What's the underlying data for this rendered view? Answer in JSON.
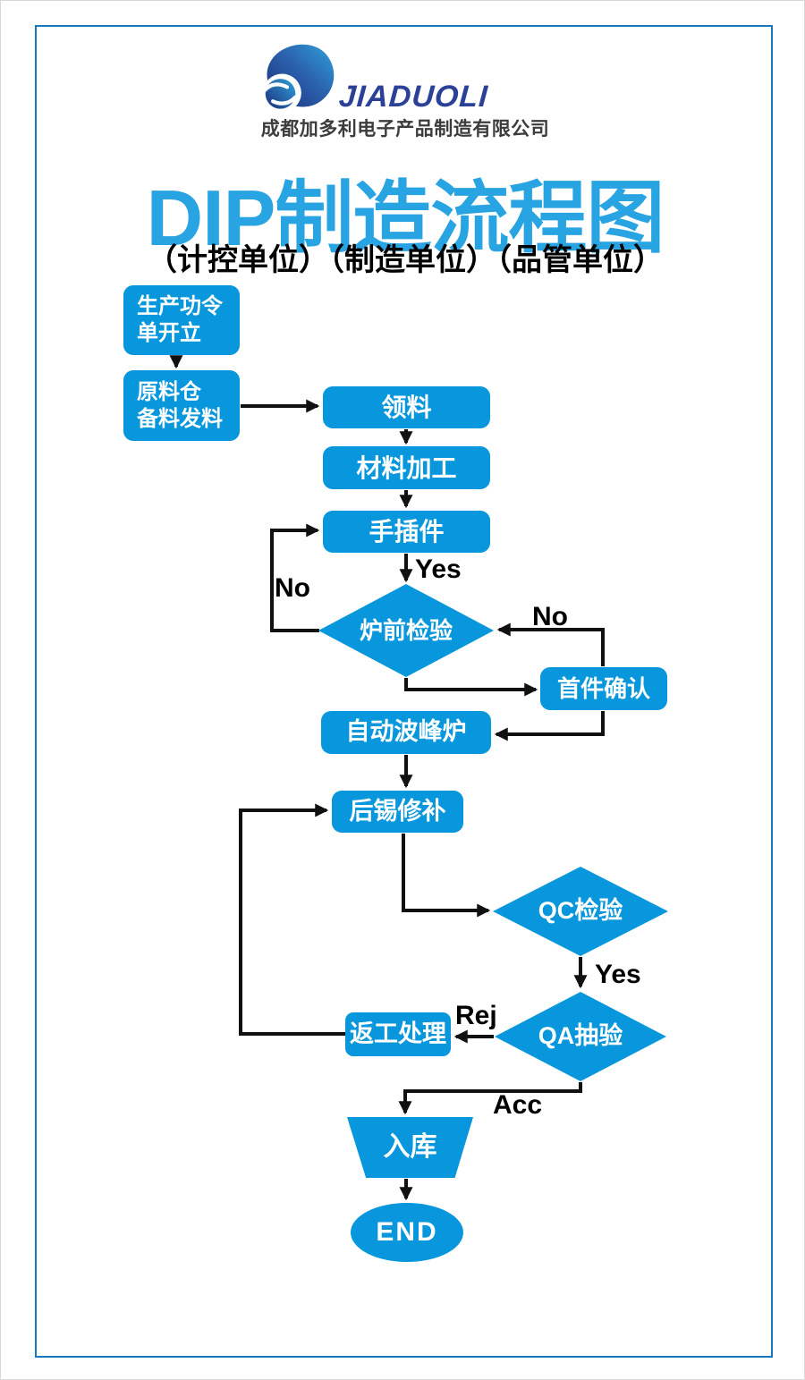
{
  "header": {
    "brand": "JIADUOLI",
    "company": "成都加多利电子产品制造有限公司",
    "title": "DIP制造流程图",
    "subtitle": "（计控单位）（制造单位）（品管单位）"
  },
  "colors": {
    "node_blue": "#0897dc",
    "title_blue": "#29a4e2",
    "frame_blue": "#1878be",
    "brand_navy": "#2b4198",
    "arrow_black": "#111111"
  },
  "nodes": {
    "production_order": {
      "label": "生产功令\n单开立",
      "shape": "rounded-rect"
    },
    "material_prep": {
      "label": "原料仓\n备料发料",
      "shape": "rounded-rect"
    },
    "pick_material": {
      "label": "领料",
      "shape": "rect"
    },
    "material_processing": {
      "label": "材料加工",
      "shape": "rect"
    },
    "hand_insert": {
      "label": "手插件",
      "shape": "rect"
    },
    "pre_oven_inspection": {
      "label": "炉前检验",
      "shape": "diamond"
    },
    "first_article_confirm": {
      "label": "首件确认",
      "shape": "rect"
    },
    "wave_solder": {
      "label": "自动波峰炉",
      "shape": "rect"
    },
    "solder_touch_up": {
      "label": "后锡修补",
      "shape": "rect"
    },
    "qc_inspection": {
      "label": "QC检验",
      "shape": "diamond"
    },
    "qa_sampling": {
      "label": "QA抽验",
      "shape": "diamond"
    },
    "rework": {
      "label": "返工处理",
      "shape": "rect"
    },
    "warehouse_in": {
      "label": "入库",
      "shape": "trapezoid"
    },
    "end": {
      "label": "END",
      "shape": "ellipse"
    }
  },
  "edge_labels": {
    "hand_insert_yes": "Yes",
    "pre_oven_no_left": "No",
    "first_article_no": "No",
    "qc_yes": "Yes",
    "qa_rej": "Rej",
    "qa_acc": "Acc"
  }
}
